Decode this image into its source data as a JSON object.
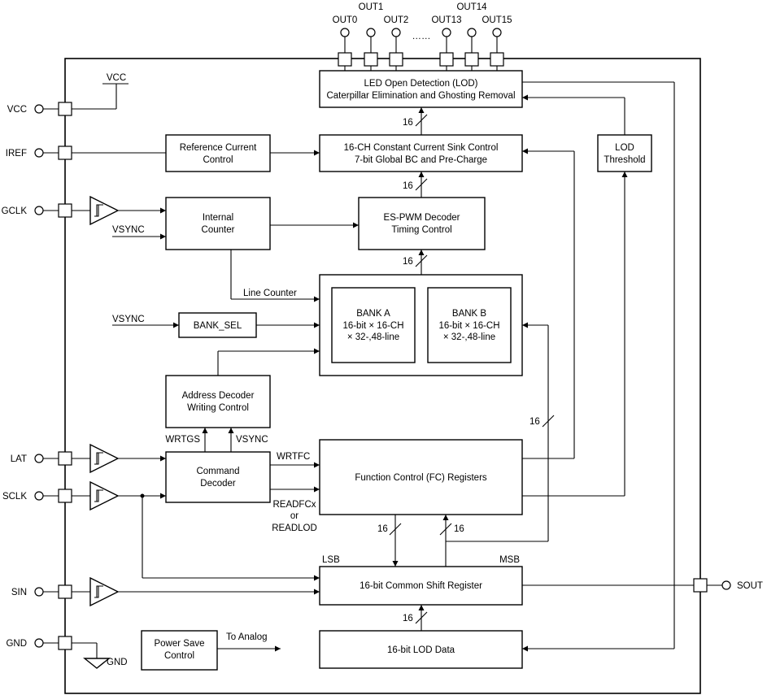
{
  "pins": {
    "vcc": "VCC",
    "iref": "IREF",
    "gclk": "GCLK",
    "lat": "LAT",
    "sclk": "SCLK",
    "sin": "SIN",
    "gnd": "GND",
    "sout": "SOUT"
  },
  "outputs": {
    "out0": "OUT0",
    "out1": "OUT1",
    "out2": "OUT2",
    "ellipsis": "……",
    "out13": "OUT13",
    "out14": "OUT14",
    "out15": "OUT15"
  },
  "blocks": {
    "lod": [
      "LED Open Detection (LOD)",
      "Caterpillar Elimination and Ghosting Removal"
    ],
    "ccs": [
      "16-CH Constant Current Sink Control",
      "7-bit Global BC and Pre-Charge"
    ],
    "ref_current": [
      "Reference Current",
      "Control"
    ],
    "lod_threshold": [
      "LOD",
      "Threshold"
    ],
    "internal_counter": [
      "Internal",
      "Counter"
    ],
    "espwm": [
      "ES-PWM Decoder",
      "Timing Control"
    ],
    "bank_a": [
      "BANK A",
      "16-bit × 16-CH",
      "× 32-,48-line"
    ],
    "bank_b": [
      "BANK B",
      "16-bit × 16-CH",
      "× 32-,48-line"
    ],
    "bank_sel": "BANK_SEL",
    "addr_decoder": [
      "Address Decoder",
      "Writing Control"
    ],
    "cmd_decoder": [
      "Command",
      "Decoder"
    ],
    "fc_registers": "Function Control (FC) Registers",
    "shift_register": "16-bit Common Shift Register",
    "power_save": [
      "Power Save",
      "Control"
    ],
    "lod_data": "16-bit LOD Data"
  },
  "signals": {
    "vcc_rail": "VCC",
    "gnd_symbol": "GND",
    "vsync": "VSYNC",
    "line_counter": "Line Counter",
    "wrtgs": "WRTGS",
    "wrtfc": "WRTFC",
    "readfc": [
      "READFCx",
      "or",
      "READLOD"
    ],
    "lsb": "LSB",
    "msb": "MSB",
    "to_analog": "To Analog",
    "bus_width": "16"
  }
}
